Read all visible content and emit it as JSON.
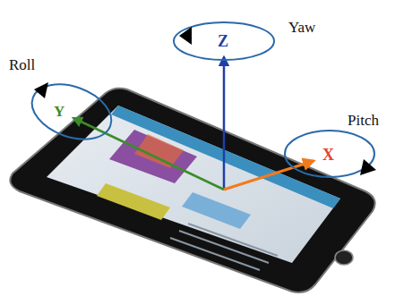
{
  "diagram": {
    "labels": [
      "Z",
      "Yaw",
      "Roll",
      "Y",
      "Pitch",
      "X"
    ]
  }
}
